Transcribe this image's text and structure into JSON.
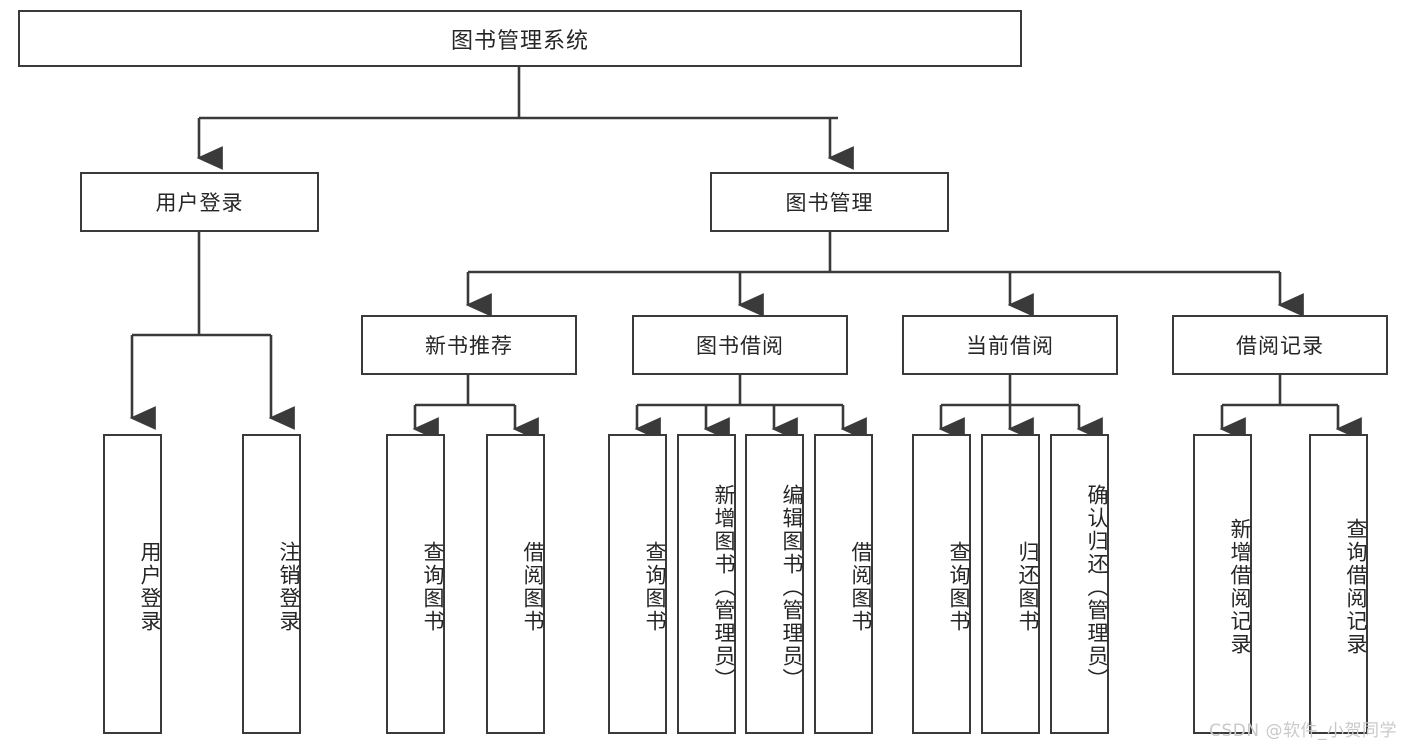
{
  "diagram": {
    "title": "图书管理系统",
    "type": "tree-hierarchy-chart",
    "colors": {
      "box_border": "#3a3a3a",
      "box_fill": "#ffffff",
      "edge": "#3a3a3a",
      "text": "#262626",
      "watermark": "#c9c9c9",
      "background": "#ffffff"
    },
    "levels": {
      "root": {
        "label": "图书管理系统"
      },
      "level2": [
        {
          "label": "用户登录"
        },
        {
          "label": "图书管理"
        }
      ],
      "level3": [
        {
          "label": "新书推荐"
        },
        {
          "label": "图书借阅"
        },
        {
          "label": "当前借阅"
        },
        {
          "label": "借阅记录"
        }
      ],
      "level4": [
        {
          "label": "用户登录",
          "parent": "用户登录"
        },
        {
          "label": "注销登录",
          "parent": "用户登录"
        },
        {
          "label": "查询图书",
          "parent": "新书推荐"
        },
        {
          "label": "借阅图书",
          "parent": "新书推荐"
        },
        {
          "label": "查询图书",
          "parent": "图书借阅"
        },
        {
          "label": "新增图书（管理员）",
          "parent": "图书借阅"
        },
        {
          "label": "编辑图书（管理员）",
          "parent": "图书借阅"
        },
        {
          "label": "借阅图书",
          "parent": "图书借阅"
        },
        {
          "label": "查询图书",
          "parent": "当前借阅"
        },
        {
          "label": "归还图书",
          "parent": "当前借阅"
        },
        {
          "label": "确认归还（管理员）",
          "parent": "当前借阅"
        },
        {
          "label": "新增借阅记录",
          "parent": "借阅记录"
        },
        {
          "label": "查询借阅记录",
          "parent": "借阅记录"
        }
      ]
    },
    "watermark": "CSDN @软件_小贺同学"
  }
}
